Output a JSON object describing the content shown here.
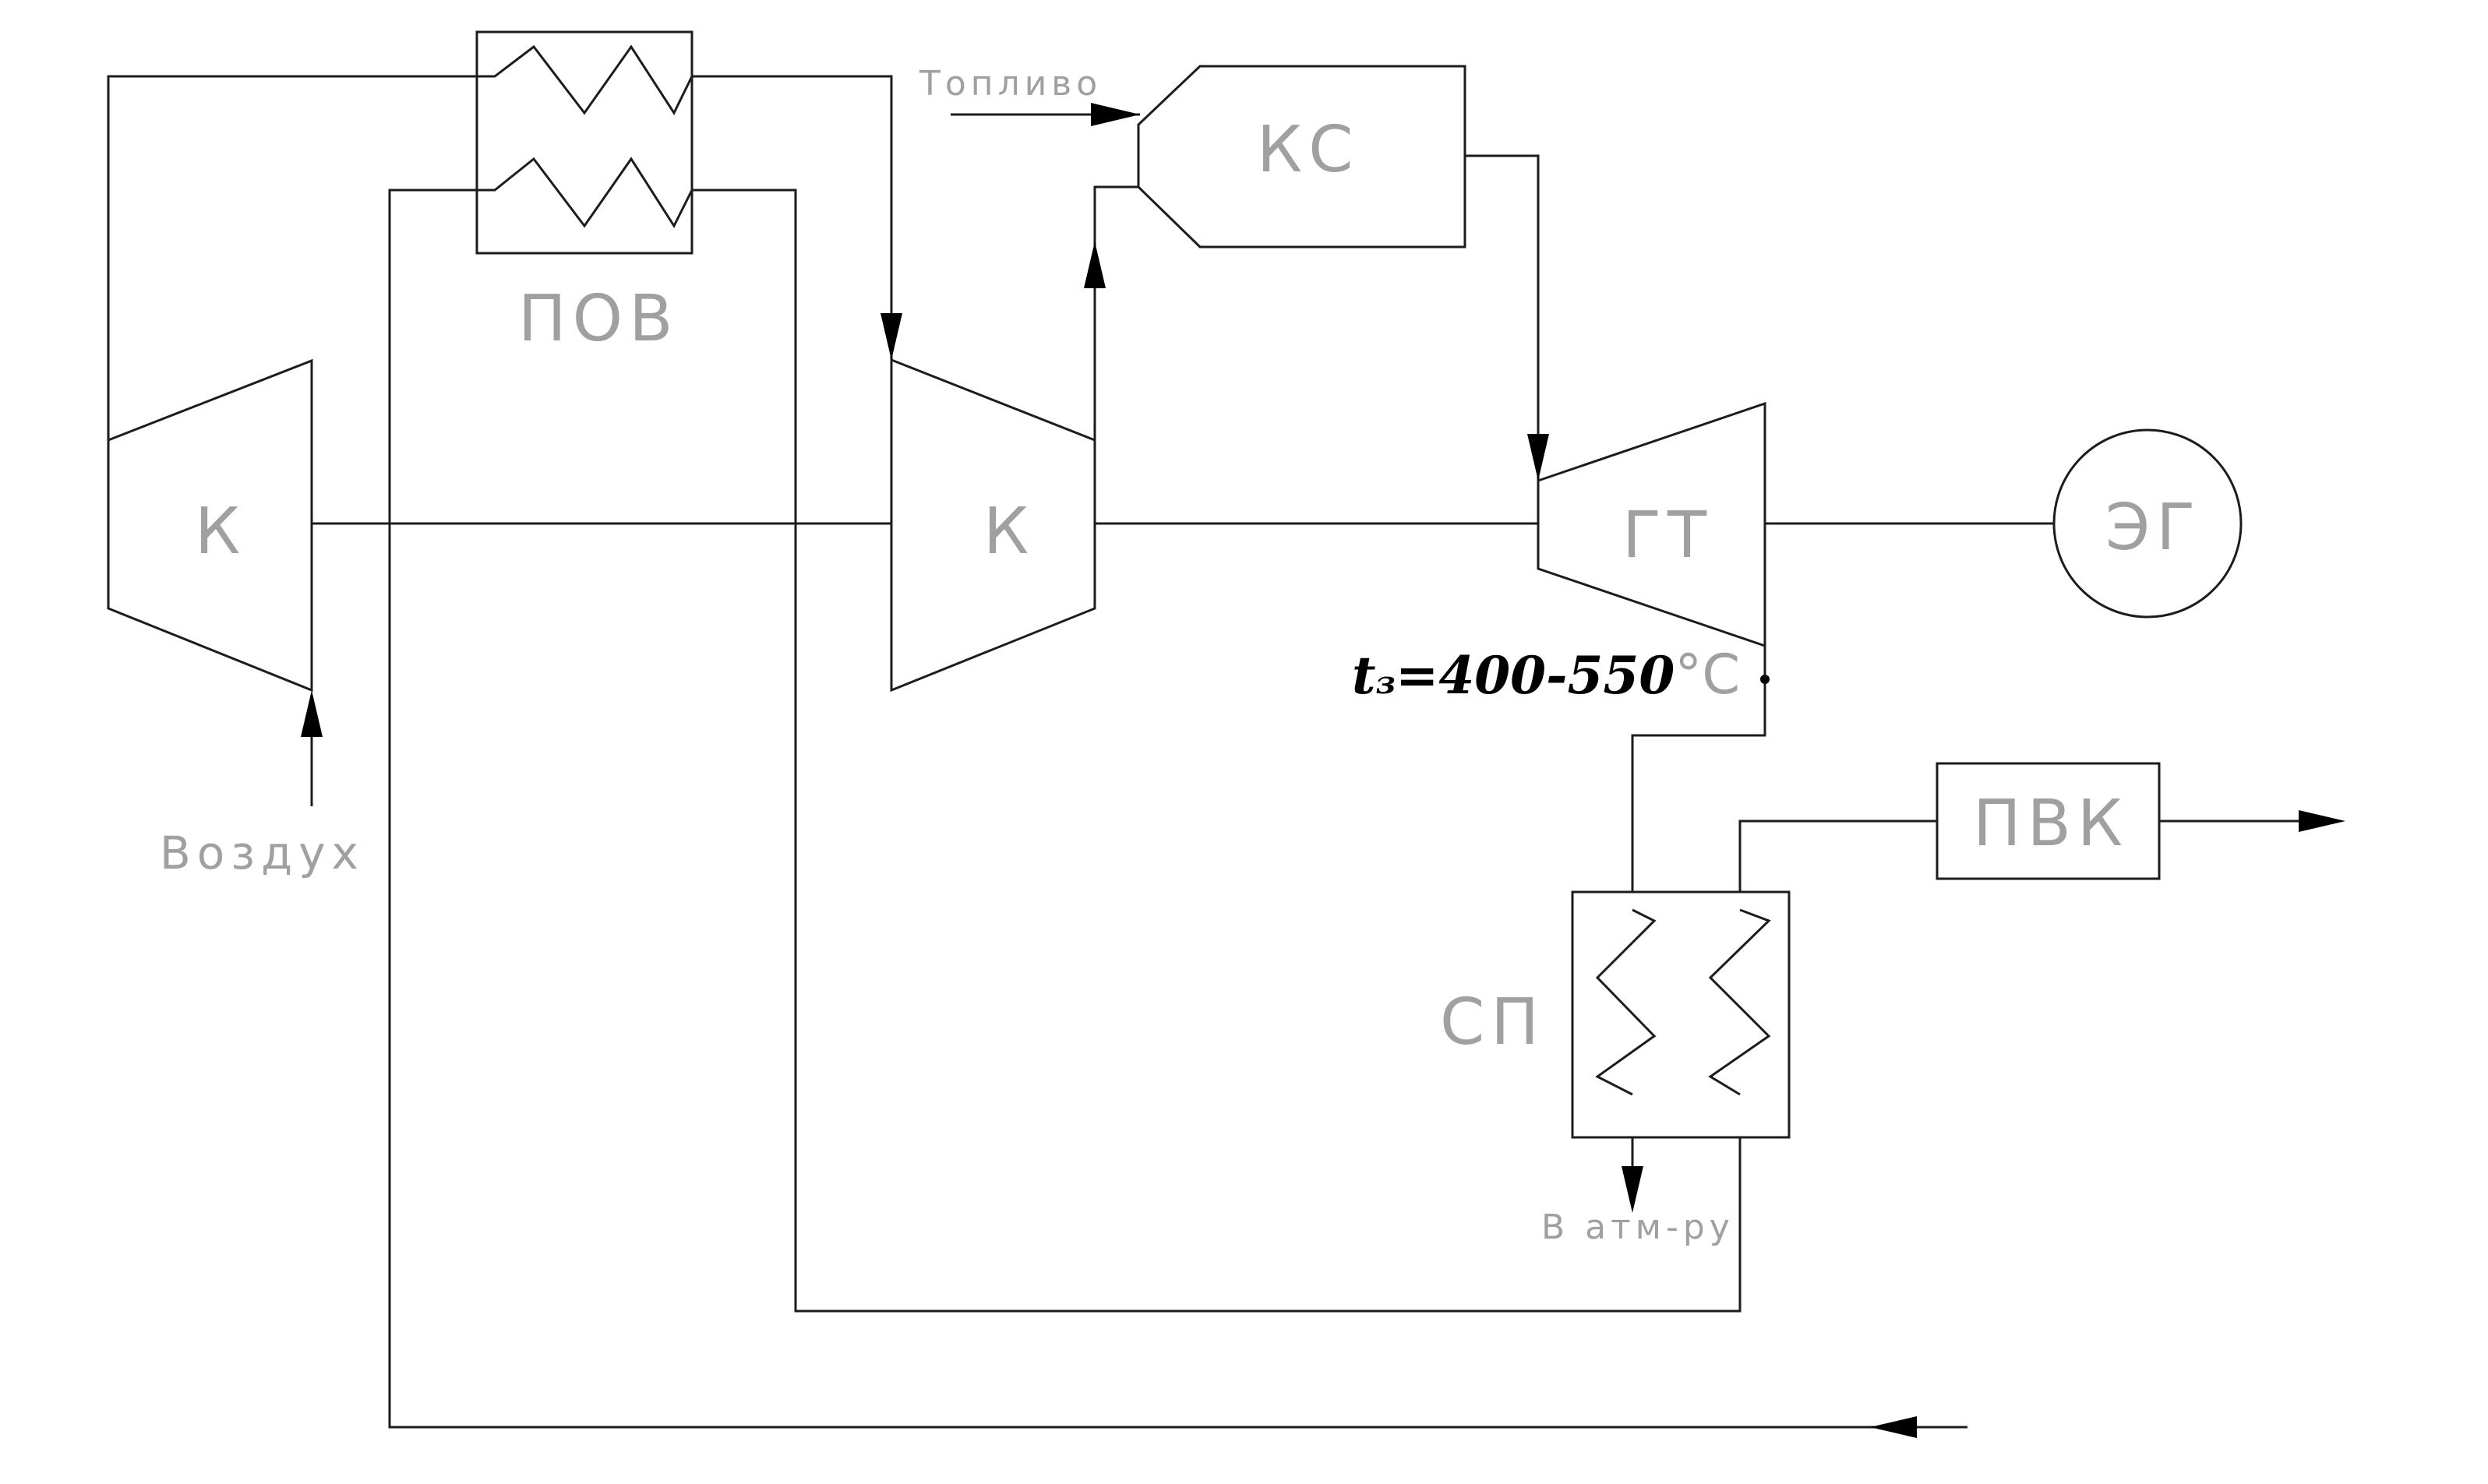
{
  "labels": {
    "compressor_left": "К",
    "compressor_right": "К",
    "air_preheater": "ПОВ",
    "combustion_chamber": "КС",
    "gas_turbine": "ГТ",
    "generator": "ЭГ",
    "network_heater": "СП",
    "peak_boiler": "ПВК",
    "fuel_input": "Топливо",
    "air_input": "Воздух",
    "to_atmosphere": "В атм-ру"
  },
  "exhaust_temperature": {
    "symbol": "t",
    "subscript": "з",
    "value": "=400-550",
    "unit": "°С"
  }
}
